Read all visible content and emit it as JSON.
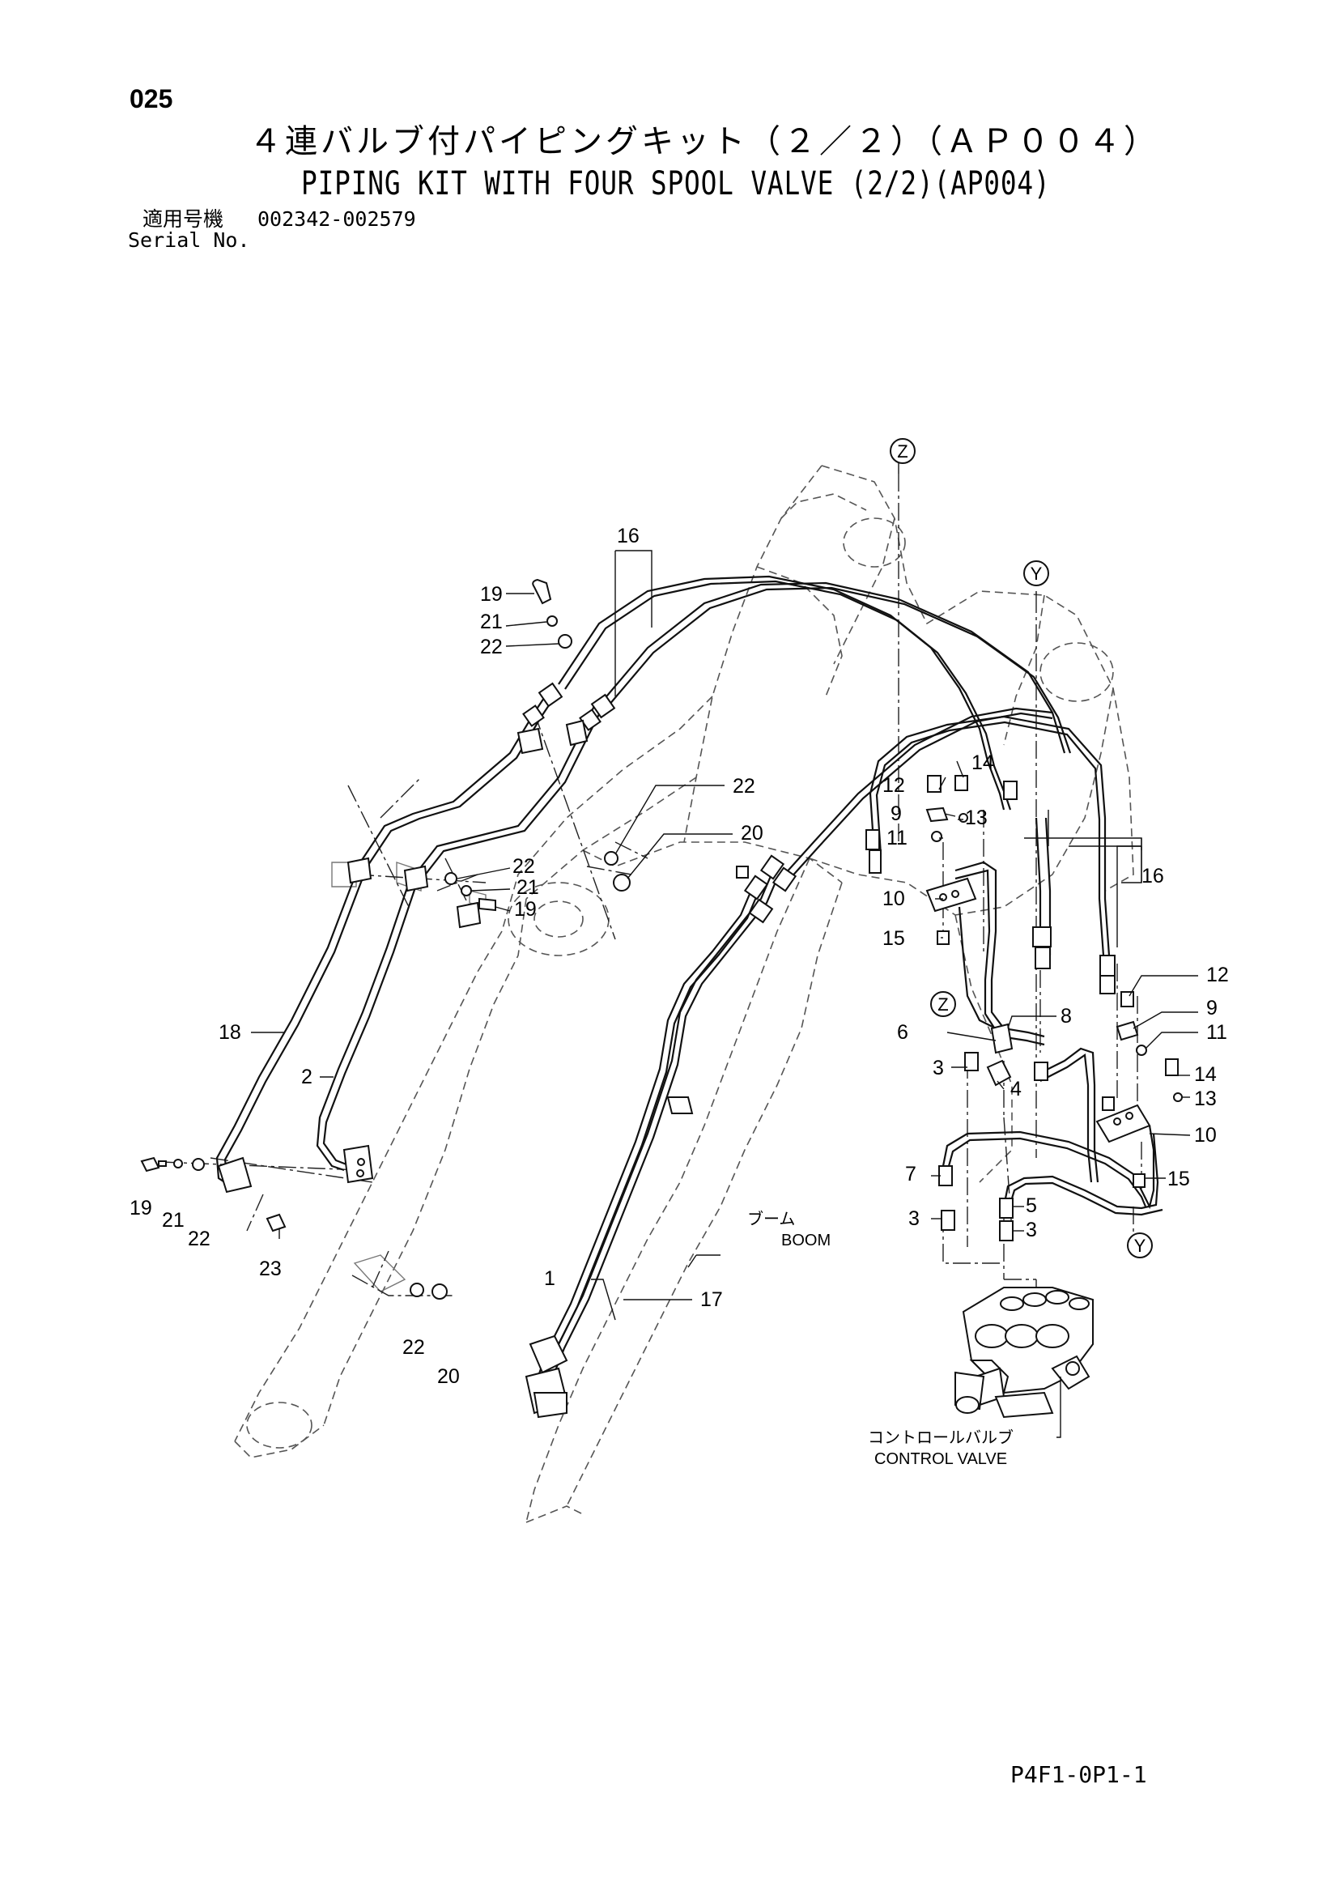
{
  "header": {
    "page_no": "025",
    "title_jp": "４連バルブ付パイピングキット（２／２）（ＡＰ００４）",
    "title_en": "PIPING KIT WITH FOUR SPOOL VALVE (2/2)(AP004)",
    "serial_label_jp": "適用号機",
    "serial_range": "002342-002579",
    "serial_label_en": "Serial No."
  },
  "diagram": {
    "callouts": [
      {
        "id": "c16a",
        "text": "16"
      },
      {
        "id": "c19a",
        "text": "19"
      },
      {
        "id": "c21a",
        "text": "21"
      },
      {
        "id": "c22a",
        "text": "22"
      },
      {
        "id": "c22b",
        "text": "22"
      },
      {
        "id": "c20a",
        "text": "20"
      },
      {
        "id": "c22c",
        "text": "22"
      },
      {
        "id": "c21b",
        "text": "21"
      },
      {
        "id": "c19b",
        "text": "19"
      },
      {
        "id": "c18",
        "text": "18"
      },
      {
        "id": "c2",
        "text": "2"
      },
      {
        "id": "c19c",
        "text": "19"
      },
      {
        "id": "c21c",
        "text": "21"
      },
      {
        "id": "c22d",
        "text": "22"
      },
      {
        "id": "c23",
        "text": "23"
      },
      {
        "id": "c22e",
        "text": "22"
      },
      {
        "id": "c20b",
        "text": "20"
      },
      {
        "id": "c1",
        "text": "1"
      },
      {
        "id": "c17",
        "text": "17"
      },
      {
        "id": "c12a",
        "text": "12"
      },
      {
        "id": "c14a",
        "text": "14"
      },
      {
        "id": "c9a",
        "text": "9"
      },
      {
        "id": "c13a",
        "text": "13"
      },
      {
        "id": "c11a",
        "text": "11"
      },
      {
        "id": "c16b",
        "text": "16"
      },
      {
        "id": "c10a",
        "text": "10"
      },
      {
        "id": "c15a",
        "text": "15"
      },
      {
        "id": "c12b",
        "text": "12"
      },
      {
        "id": "c9b",
        "text": "9"
      },
      {
        "id": "c11b",
        "text": "11"
      },
      {
        "id": "c8",
        "text": "8"
      },
      {
        "id": "c6",
        "text": "6"
      },
      {
        "id": "c3a",
        "text": "3"
      },
      {
        "id": "c4",
        "text": "4"
      },
      {
        "id": "c14b",
        "text": "14"
      },
      {
        "id": "c13b",
        "text": "13"
      },
      {
        "id": "c10b",
        "text": "10"
      },
      {
        "id": "c7",
        "text": "7"
      },
      {
        "id": "c15b",
        "text": "15"
      },
      {
        "id": "c3b",
        "text": "3"
      },
      {
        "id": "c5",
        "text": "5"
      },
      {
        "id": "c3c",
        "text": "3"
      }
    ],
    "ref_markers": [
      {
        "id": "zTop",
        "letter": "Z"
      },
      {
        "id": "yTop",
        "letter": "Y"
      },
      {
        "id": "zMid",
        "letter": "Z"
      },
      {
        "id": "yBot",
        "letter": "Y"
      }
    ],
    "boom_jp": "ブーム",
    "boom_en": "BOOM",
    "valve_jp": "コントロールバルブ",
    "valve_en": "CONTROL VALVE"
  },
  "footer": {
    "doc_code": "P4F1-0P1-1"
  }
}
